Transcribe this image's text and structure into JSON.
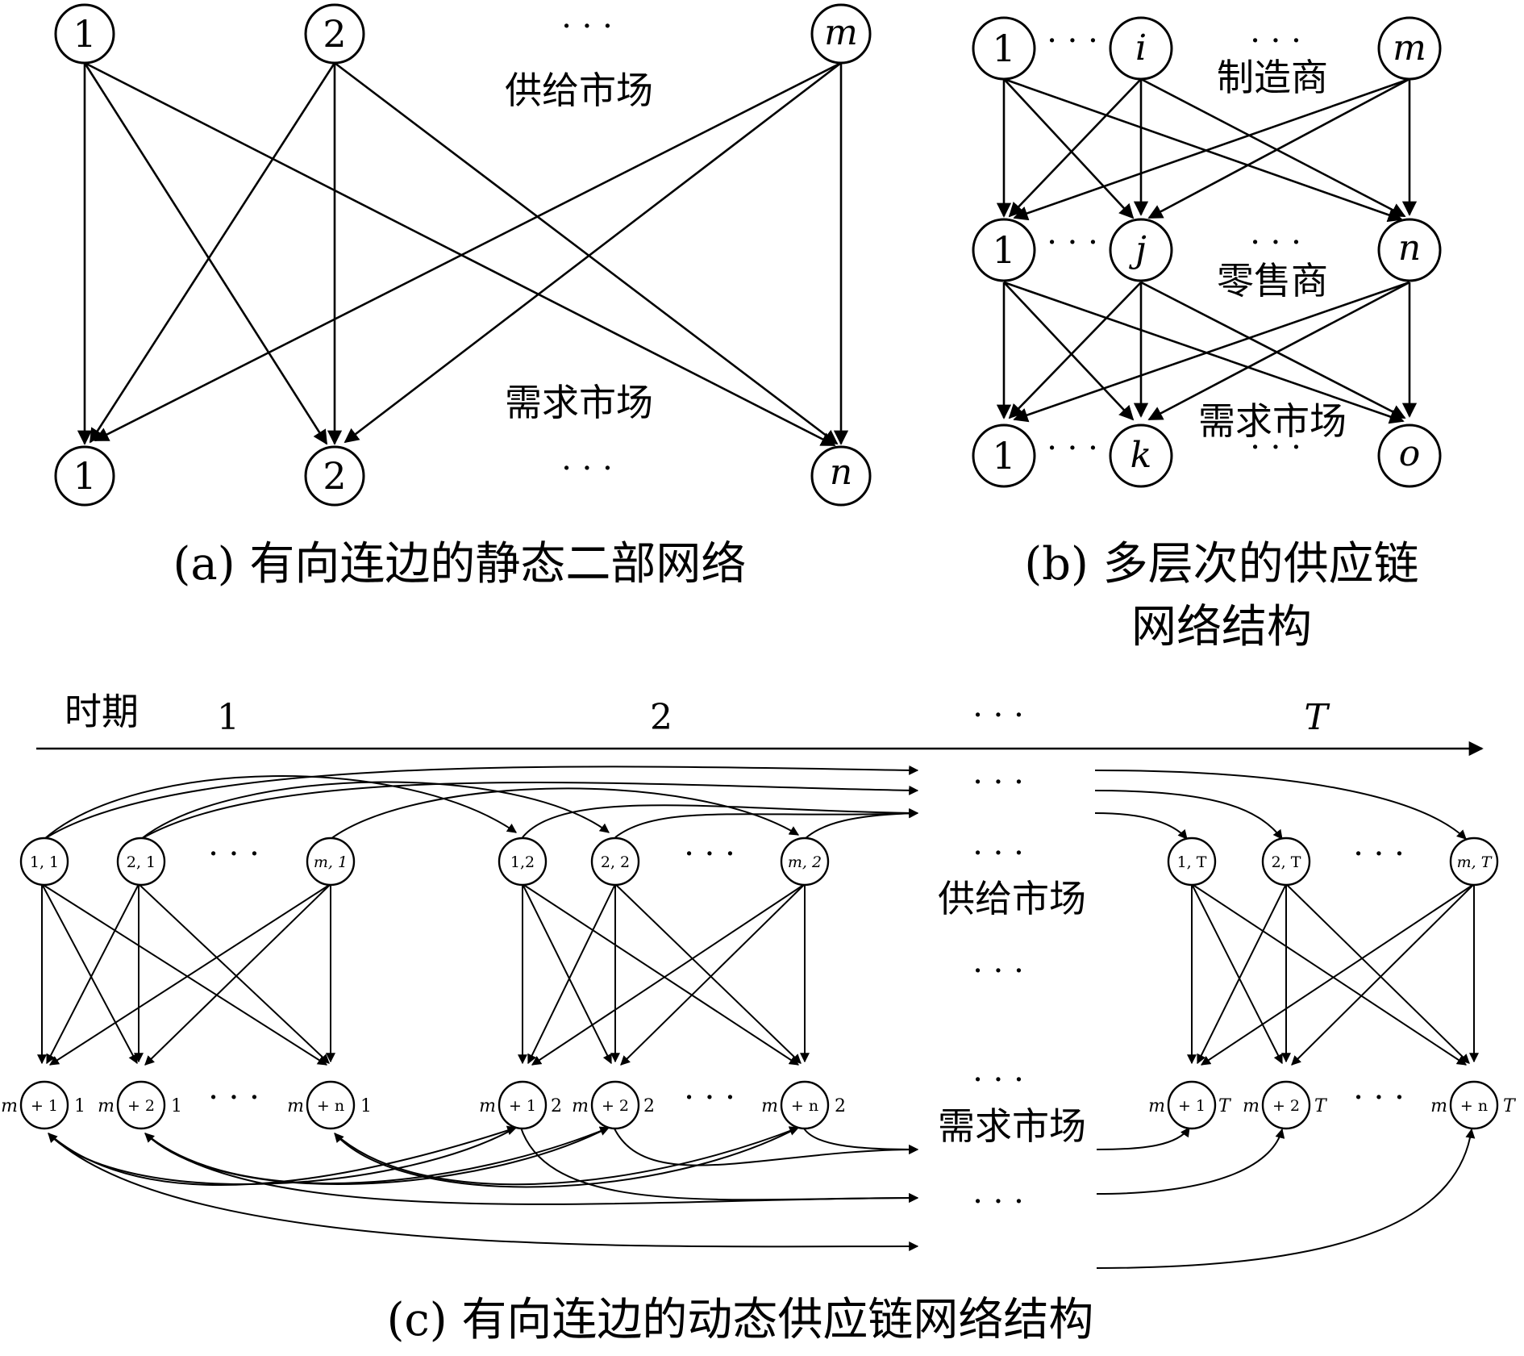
{
  "panel_a": {
    "top_nodes": [
      "1",
      "2",
      "m"
    ],
    "bottom_nodes": [
      "1",
      "2",
      "n"
    ],
    "dots": "· · ·",
    "supply_label": "供给市场",
    "demand_label": "需求市场",
    "caption": "(a) 有向连边的静态二部网络"
  },
  "panel_b": {
    "row1_nodes": [
      "1",
      "i",
      "m"
    ],
    "row2_nodes": [
      "1",
      "j",
      "n"
    ],
    "row3_nodes": [
      "1",
      "k",
      "o"
    ],
    "dots": "· · ·",
    "manufacturer_label": "制造商",
    "retailer_label": "零售商",
    "demand_label": "需求市场",
    "caption_line1": "(b) 多层次的供应链",
    "caption_line2": "网络结构"
  },
  "panel_c": {
    "period_label": "时期",
    "period_ticks": [
      "1",
      "2",
      "· · ·",
      "T"
    ],
    "supply_label": "供给市场",
    "demand_label": "需求市场",
    "dots": "· · ·",
    "periods": [
      {
        "top": [
          "1, 1",
          "2, 1",
          "m, 1"
        ],
        "bottom": [
          "m",
          "+ 1",
          "1",
          "m",
          "+ 2",
          "1",
          "m",
          "+ n",
          "1"
        ]
      },
      {
        "top": [
          "1,2",
          "2, 2",
          "m, 2"
        ],
        "bottom": [
          "m",
          "+ 1",
          "2",
          "m",
          "+ 2",
          "2",
          "m",
          "+ n",
          "2"
        ]
      },
      {
        "top": [
          "1, T",
          "2, T",
          "m, T"
        ],
        "bottom": [
          "m",
          "+ 1",
          "T",
          "m",
          "+ 2",
          "T",
          "m",
          "+ n",
          "T"
        ]
      }
    ],
    "caption": "(c) 有向连边的动态供应链网络结构"
  }
}
